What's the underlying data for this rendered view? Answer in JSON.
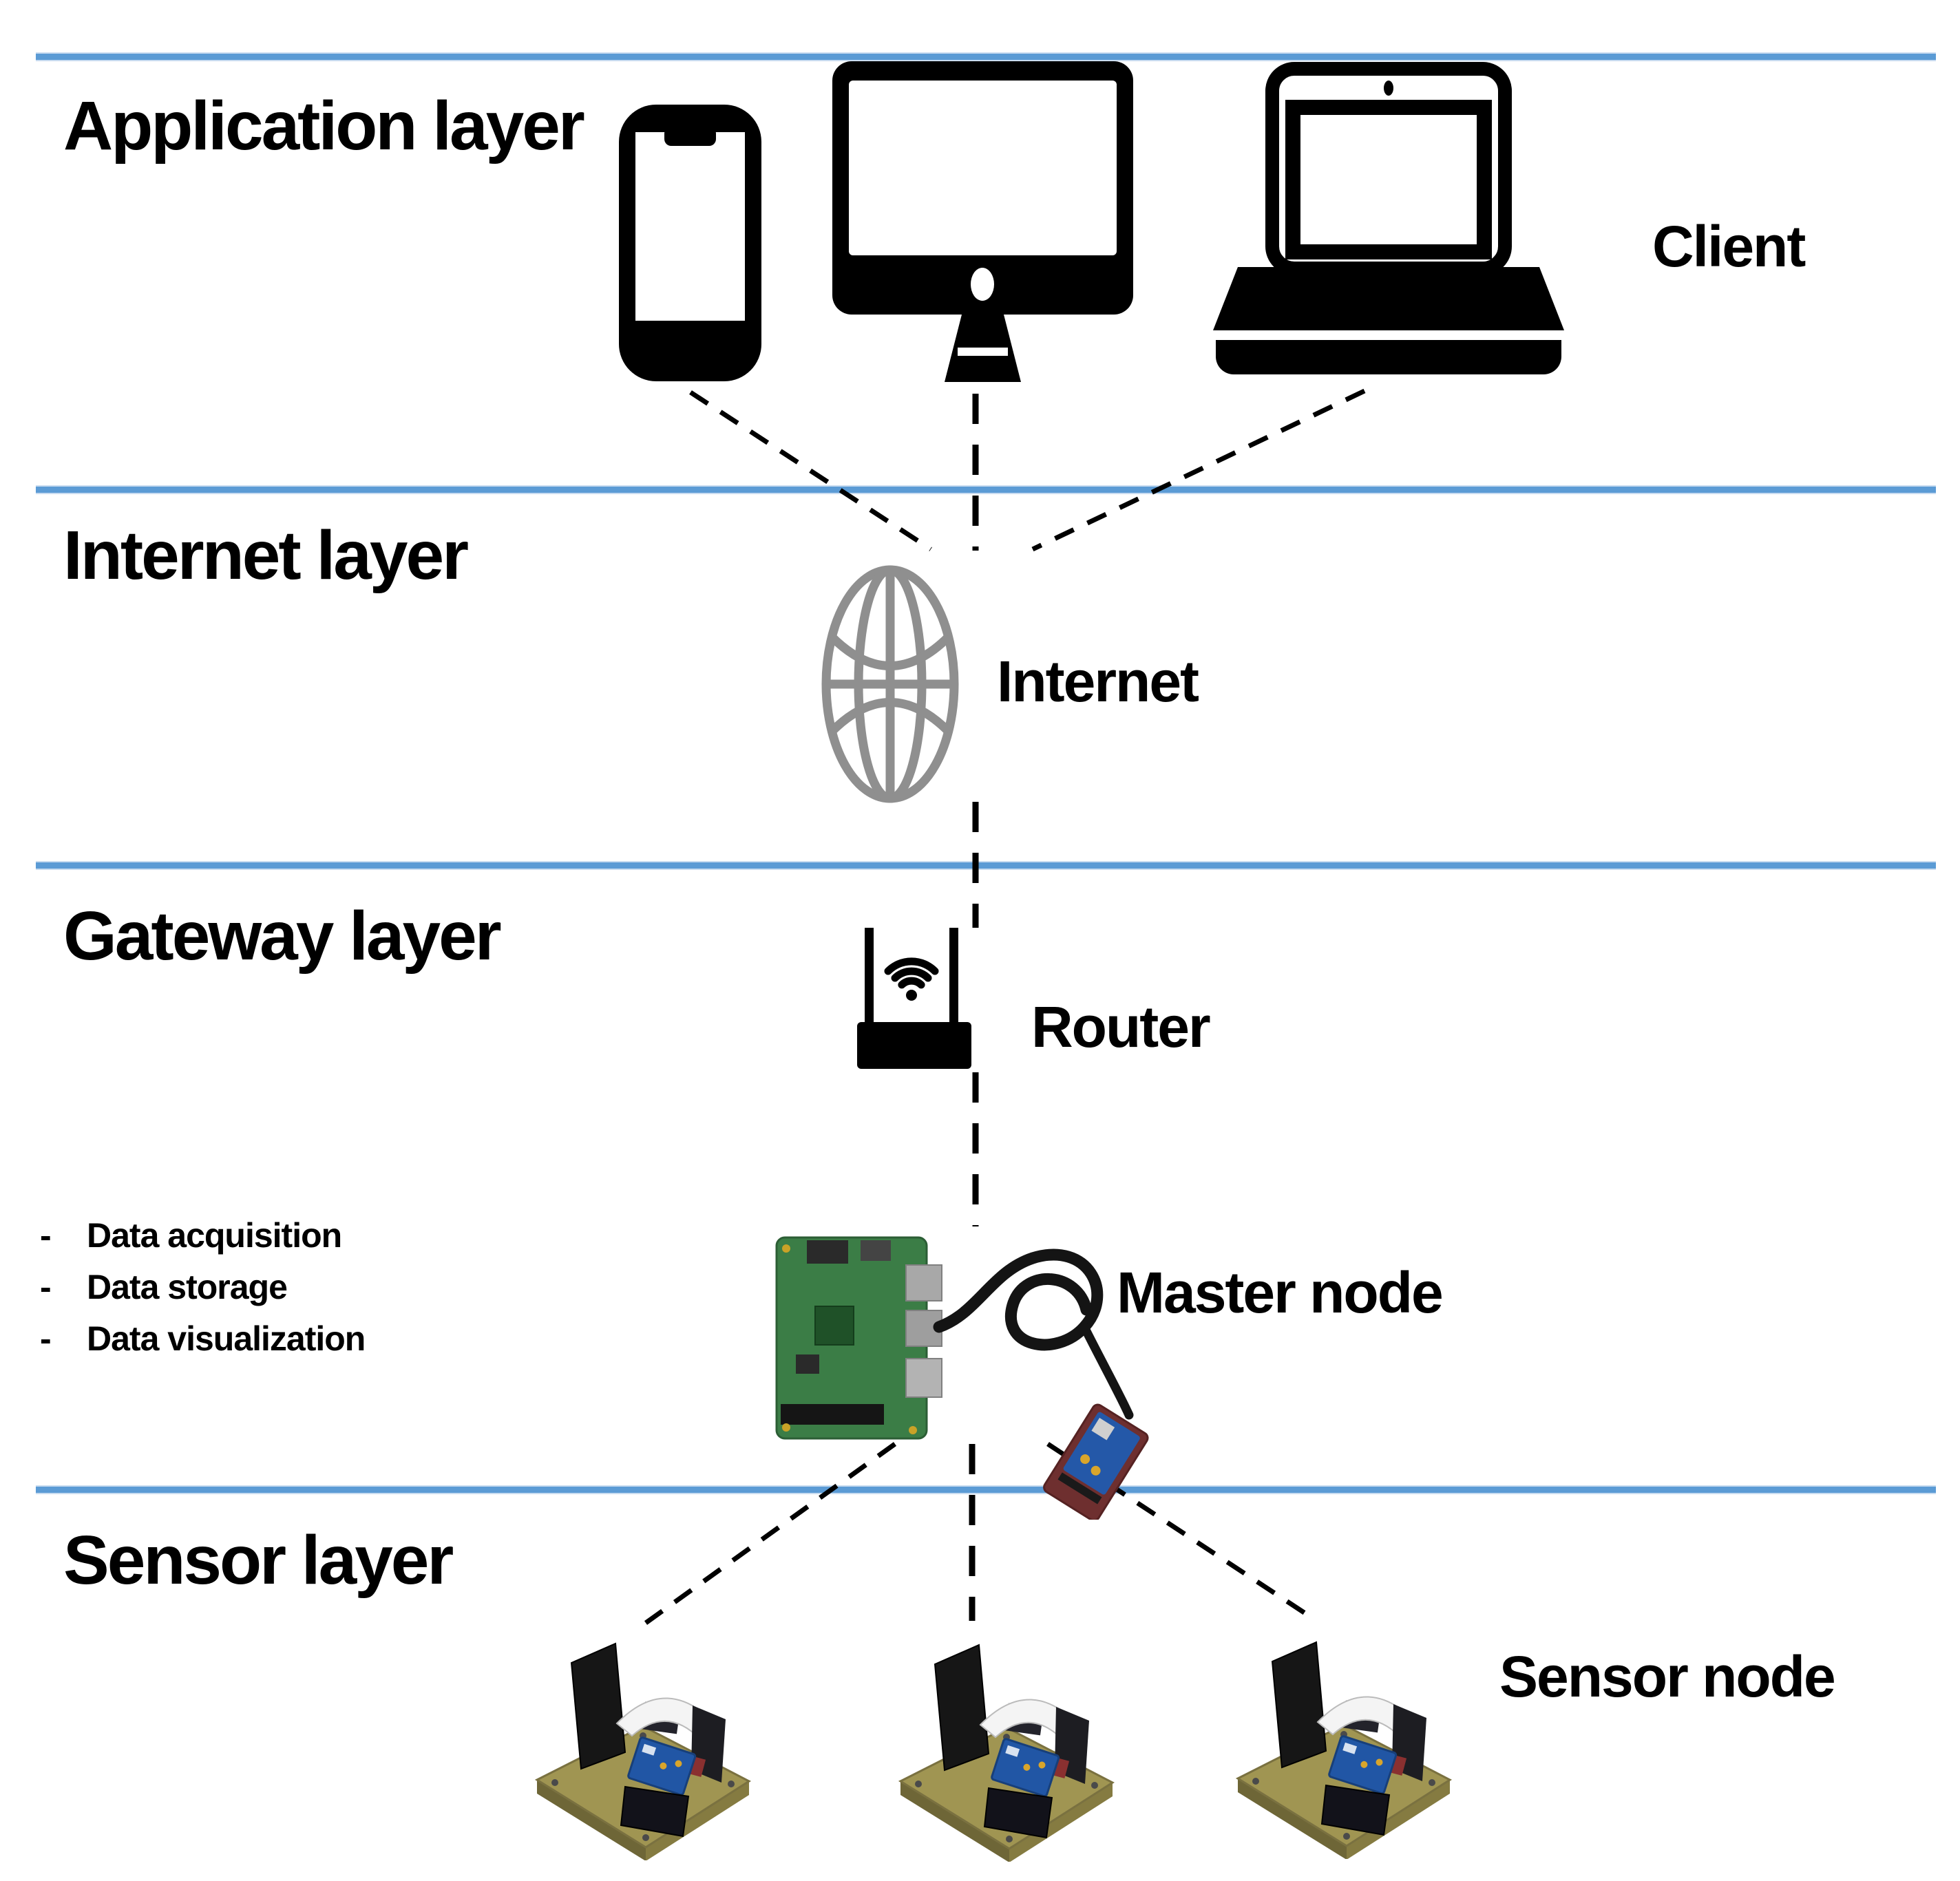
{
  "layers": {
    "application": "Application layer",
    "internet": "Internet layer",
    "gateway": "Gateway layer",
    "sensor": "Sensor layer"
  },
  "nodes": {
    "client": "Client",
    "internet": "Internet",
    "router": "Router",
    "master": "Master node",
    "sensor": "Sensor node"
  },
  "master_functions": {
    "bullet": "-",
    "items": [
      "Data acquisition",
      "Data storage",
      "Data visualization"
    ]
  },
  "icons": {
    "client_devices": [
      "smartphone-icon",
      "desktop-monitor-icon",
      "laptop-icon"
    ],
    "internet": "globe-icon",
    "gateway": "wifi-router-icon",
    "master": "raspberry-pi-photo",
    "sensor": "sensor-node-photo"
  },
  "colors": {
    "divider_blue": "#5b9bd5",
    "globe_gray": "#8f8f8f",
    "icon_black": "#000000",
    "pi_board_green": "#3b7d46",
    "pcb_blue": "#2458a8",
    "sensor_base_olive": "#a09552"
  }
}
